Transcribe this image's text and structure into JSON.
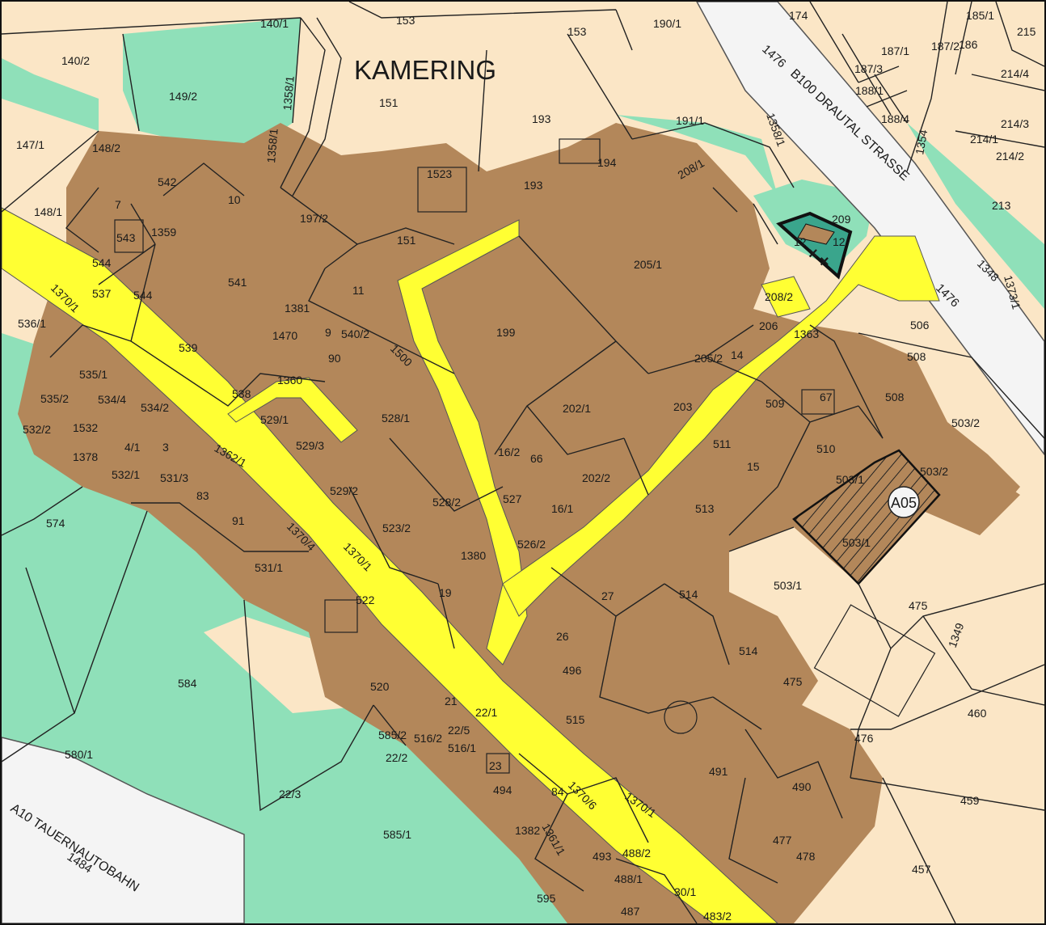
{
  "map": {
    "place_name": "KAMERING",
    "colors": {
      "agricultural": "#fbe6c6",
      "built_up": "#b3875a",
      "green_area": "#8fe0b9",
      "road_yellow": "#ffff33",
      "highway_white": "#f4f4f4",
      "highlight_teal": "#3aa58c",
      "parcel_line": "#222222"
    },
    "roads": {
      "b100": "B100 DRAUTAL STRASSE",
      "a10": "A10 TAUERNAUTOBAHN",
      "b100_number": "1476",
      "a10_number": "1484",
      "main_road": "1370/1"
    },
    "marker": {
      "label": "A05"
    },
    "parcels": [
      "140/1",
      "153",
      "153",
      "190/1",
      "174",
      "185/1",
      "215",
      "140/2",
      "187/1",
      "187/3",
      "186",
      "187/2",
      "214/4",
      "149/2",
      "151",
      "193",
      "191/1",
      "188/1",
      "188/4",
      "214/3",
      "214/1",
      "214/2",
      "147/1",
      "148/2",
      "1523",
      "193",
      "194",
      "205/1",
      "209",
      "12",
      "12",
      "213",
      "148/1",
      "7",
      "542",
      "10",
      "541",
      "197/2",
      "151",
      "1359",
      "543",
      "544",
      "544",
      "537",
      "11",
      "1381",
      "1470",
      "9",
      "540/2",
      "199",
      "208/2",
      "206",
      "1363",
      "205/2",
      "14",
      "508",
      "508",
      "536/1",
      "539",
      "535/1",
      "535/2",
      "534/4",
      "534/2",
      "90",
      "538",
      "1360",
      "529/1",
      "529/3",
      "528/1",
      "202/1",
      "203",
      "509",
      "67",
      "503/2",
      "503/2",
      "532/2",
      "1532",
      "4/1",
      "3",
      "1378",
      "532/1",
      "531/3",
      "83",
      "91",
      "529/2",
      "16/2",
      "66",
      "527",
      "202/2",
      "511",
      "15",
      "510",
      "503/1",
      "513",
      "574",
      "523/2",
      "528/2",
      "16/1",
      "526/2",
      "1380",
      "531/1",
      "1370/4",
      "522",
      "19",
      "27",
      "514",
      "503/1",
      "475",
      "503/1",
      "584",
      "26",
      "496",
      "514",
      "475",
      "520",
      "21",
      "515",
      "22/1",
      "460",
      "476",
      "580/1",
      "585/2",
      "516/2",
      "22/5",
      "516/1",
      "22/2",
      "23",
      "494",
      "84",
      "1370/6",
      "491",
      "490",
      "459",
      "22/3",
      "1382",
      "585/1",
      "493",
      "488/2",
      "477",
      "478",
      "488/1",
      "457",
      "595",
      "487",
      "30/1",
      "483/2",
      "1500",
      "1358/1",
      "1358/1",
      "1358/1",
      "1349",
      "1348",
      "1373/1",
      "1354",
      "208/1",
      "506",
      "1362/1",
      "1370/1",
      "1370/1",
      "1370/1",
      "1361/1"
    ]
  }
}
